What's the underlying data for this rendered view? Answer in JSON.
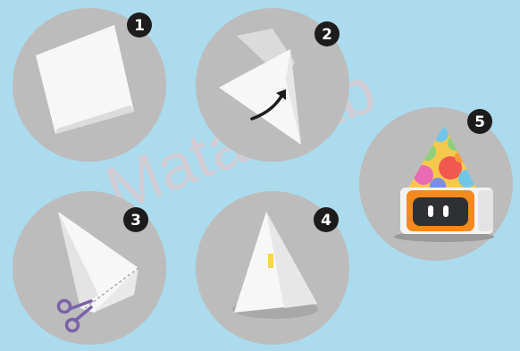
{
  "watermark": "Matatalab",
  "colors": {
    "background": "#abdbed",
    "circle": "#bcbcbc",
    "paper": "#f7f7f7",
    "badge": "#1c1c1c",
    "scissors": "#7b62a8",
    "tape": "#f6d54a",
    "robot_orange": "#f28a1f",
    "robot_white": "#f3f3f3"
  },
  "steps": [
    {
      "number": "1",
      "description_icon": "square-paper-icon"
    },
    {
      "number": "2",
      "description_icon": "fold-cone-icon"
    },
    {
      "number": "3",
      "description_icon": "cut-with-scissors-icon"
    },
    {
      "number": "4",
      "description_icon": "taped-cone-icon"
    },
    {
      "number": "5",
      "description_icon": "robot-with-party-hat-icon"
    }
  ]
}
